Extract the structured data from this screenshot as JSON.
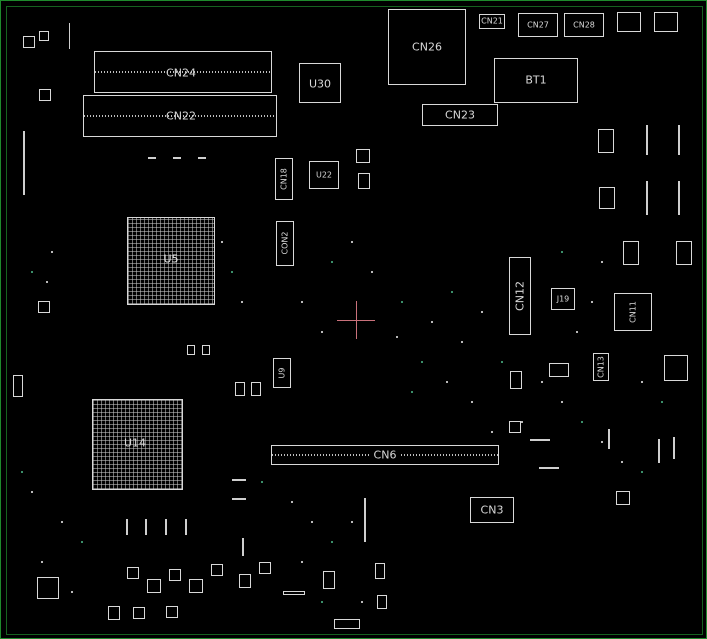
{
  "board": {
    "outline_color": "#1e8a2c",
    "silkscreen_color": "#d8d8d8",
    "crosshair_color": "#c9717b"
  },
  "labels": {
    "cn24": "CN24",
    "cn22": "CN22",
    "u30": "U30",
    "cn26": "CN26",
    "cn21": "CN21",
    "cn27": "CN27",
    "cn28": "CN28",
    "bt1": "BT1",
    "cn23": "CN23",
    "cn18": "CN18",
    "u22": "U22",
    "con2": "CON2",
    "u5": "U5",
    "u14": "U14",
    "cn12": "CN12",
    "j19": "J19",
    "cn11": "CN11",
    "cn6": "CN6",
    "cn3": "CN3",
    "u9": "U9",
    "cn13": "CN13"
  }
}
